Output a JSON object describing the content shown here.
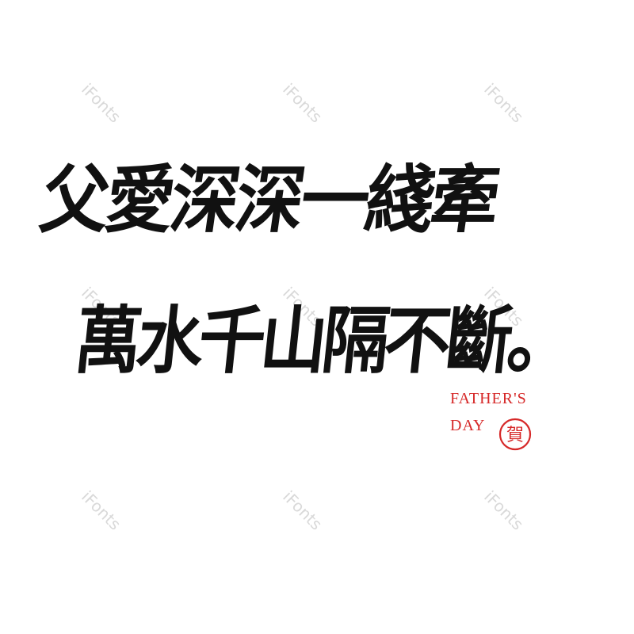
{
  "watermark": {
    "text": "iFonts"
  },
  "calligraphy": {
    "line1": "父愛深深一綫牽",
    "line2": "萬水千山隔不斷。"
  },
  "badge": {
    "line1": "FATHER'S",
    "line2": "DAY",
    "seal_char": "賀"
  },
  "colors": {
    "ink": "#111111",
    "accent": "#d62828",
    "watermark": "#d9d9d9"
  }
}
